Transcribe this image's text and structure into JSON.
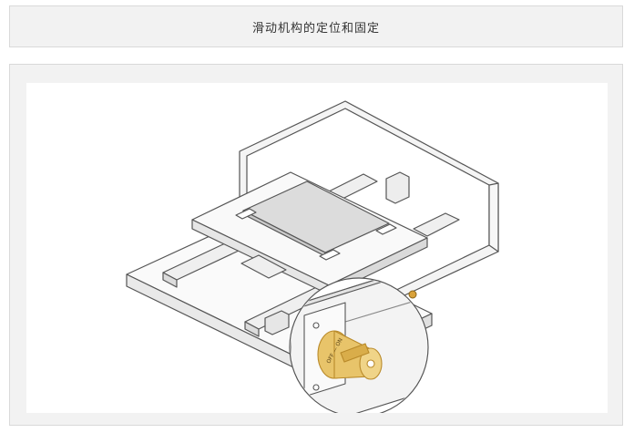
{
  "header": {
    "title": "滑动机构的定位和固定"
  },
  "figure": {
    "icon": "slide-mechanism-illustration",
    "colors": {
      "line": "#555555",
      "panel_face": "#f7f7f7",
      "panel_side": "#e9e9e9",
      "plate_top": "#dcdcdc",
      "knob_gold": "#e8c46a",
      "knob_shadow": "#c99a32",
      "indicator": "#d9a23a"
    },
    "knob_label": "OFF — ON"
  }
}
